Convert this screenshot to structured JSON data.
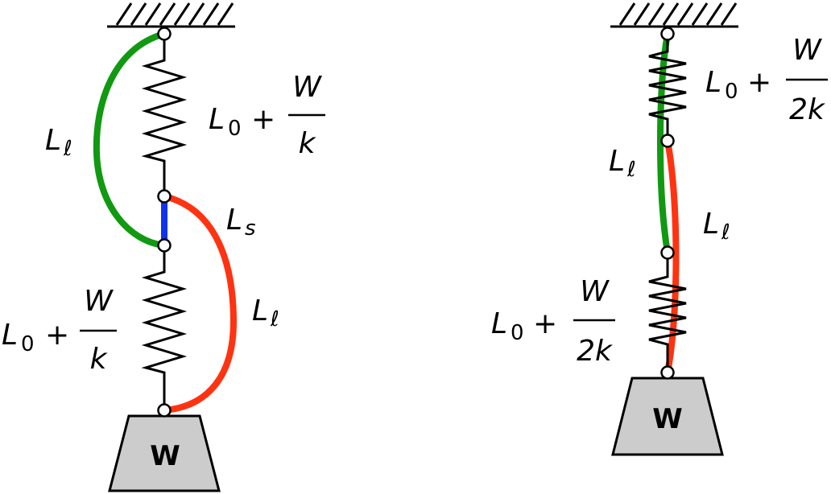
{
  "left_diagram": {
    "upper_spring_label": {
      "base": "L",
      "sub": "0",
      "plus": "+",
      "num": "W",
      "den": "k"
    },
    "lower_spring_label": {
      "base": "L",
      "sub": "0",
      "plus": "+",
      "num": "W",
      "den": "k"
    },
    "green_string_label": {
      "base": "L",
      "sub": "ℓ"
    },
    "blue_string_label": {
      "base": "L",
      "sub": "s"
    },
    "red_string_label": {
      "base": "L",
      "sub": "ℓ"
    },
    "weight_label": "W"
  },
  "right_diagram": {
    "upper_spring_label": {
      "base": "L",
      "sub": "0",
      "plus": "+",
      "num": "W",
      "den": "2k"
    },
    "lower_spring_label": {
      "base": "L",
      "sub": "0",
      "plus": "+",
      "num": "W",
      "den": "2k"
    },
    "green_string_label": {
      "base": "L",
      "sub": "ℓ"
    },
    "red_string_label": {
      "base": "L",
      "sub": "ℓ"
    },
    "weight_label": "W"
  },
  "colors": {
    "green_string": "#119911",
    "red_string": "#ff3311",
    "blue_string": "#1133ee",
    "weight_fill": "#cccccc",
    "line": "#000000"
  }
}
